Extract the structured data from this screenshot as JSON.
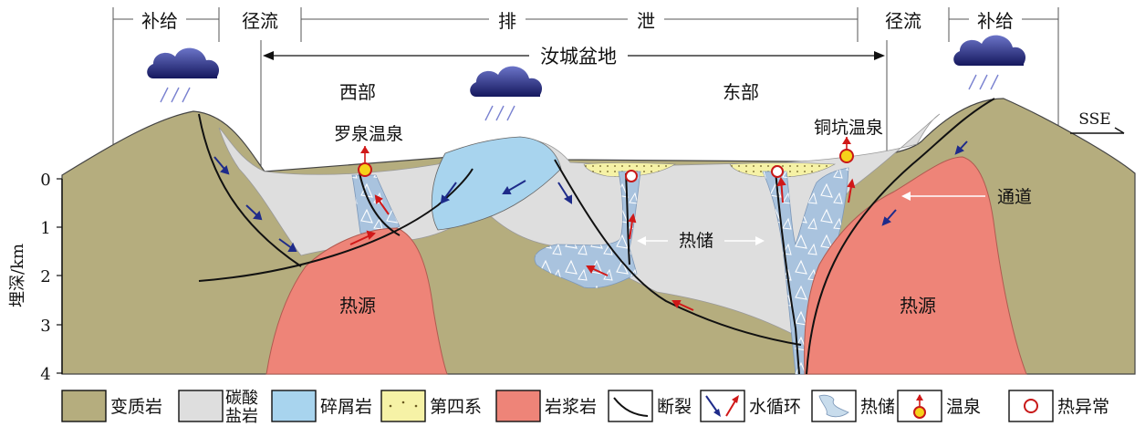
{
  "top_bar": {
    "recharge_left": "补给",
    "runoff_left": "径流",
    "discharge_1": "排",
    "discharge_2": "泄",
    "runoff_right": "径流",
    "recharge_right": "补给"
  },
  "basin_label": "汝城盆地",
  "region_west": "西部",
  "region_east": "东部",
  "spring_west": "罗泉温泉",
  "spring_east": "铜坑温泉",
  "direction": "SSE",
  "reservoir_label": "热储",
  "channel_label": "通道",
  "heat_source_left": "热源",
  "heat_source_right": "热源",
  "axis": {
    "title": "埋深/km",
    "ticks": [
      "0",
      "1",
      "2",
      "3",
      "4"
    ]
  },
  "legend": [
    {
      "label": "变质岩",
      "color": "#b5ad7e"
    },
    {
      "label": "碳酸\n盐岩",
      "color": "#dedede"
    },
    {
      "label": "碎屑岩",
      "color": "#a8d4ee"
    },
    {
      "label": "第四系",
      "color": "#f6f2a6"
    },
    {
      "label": "岩浆岩",
      "color": "#ee8478"
    },
    {
      "label": "断裂",
      "icon": "fault-line-icon"
    },
    {
      "label": "水循环",
      "icon": "water-cycle-arrows-icon"
    },
    {
      "label": "热储",
      "icon": "reservoir-icon"
    },
    {
      "label": "温泉",
      "icon": "hot-spring-icon"
    },
    {
      "label": "热异常",
      "icon": "heat-anomaly-icon"
    }
  ]
}
